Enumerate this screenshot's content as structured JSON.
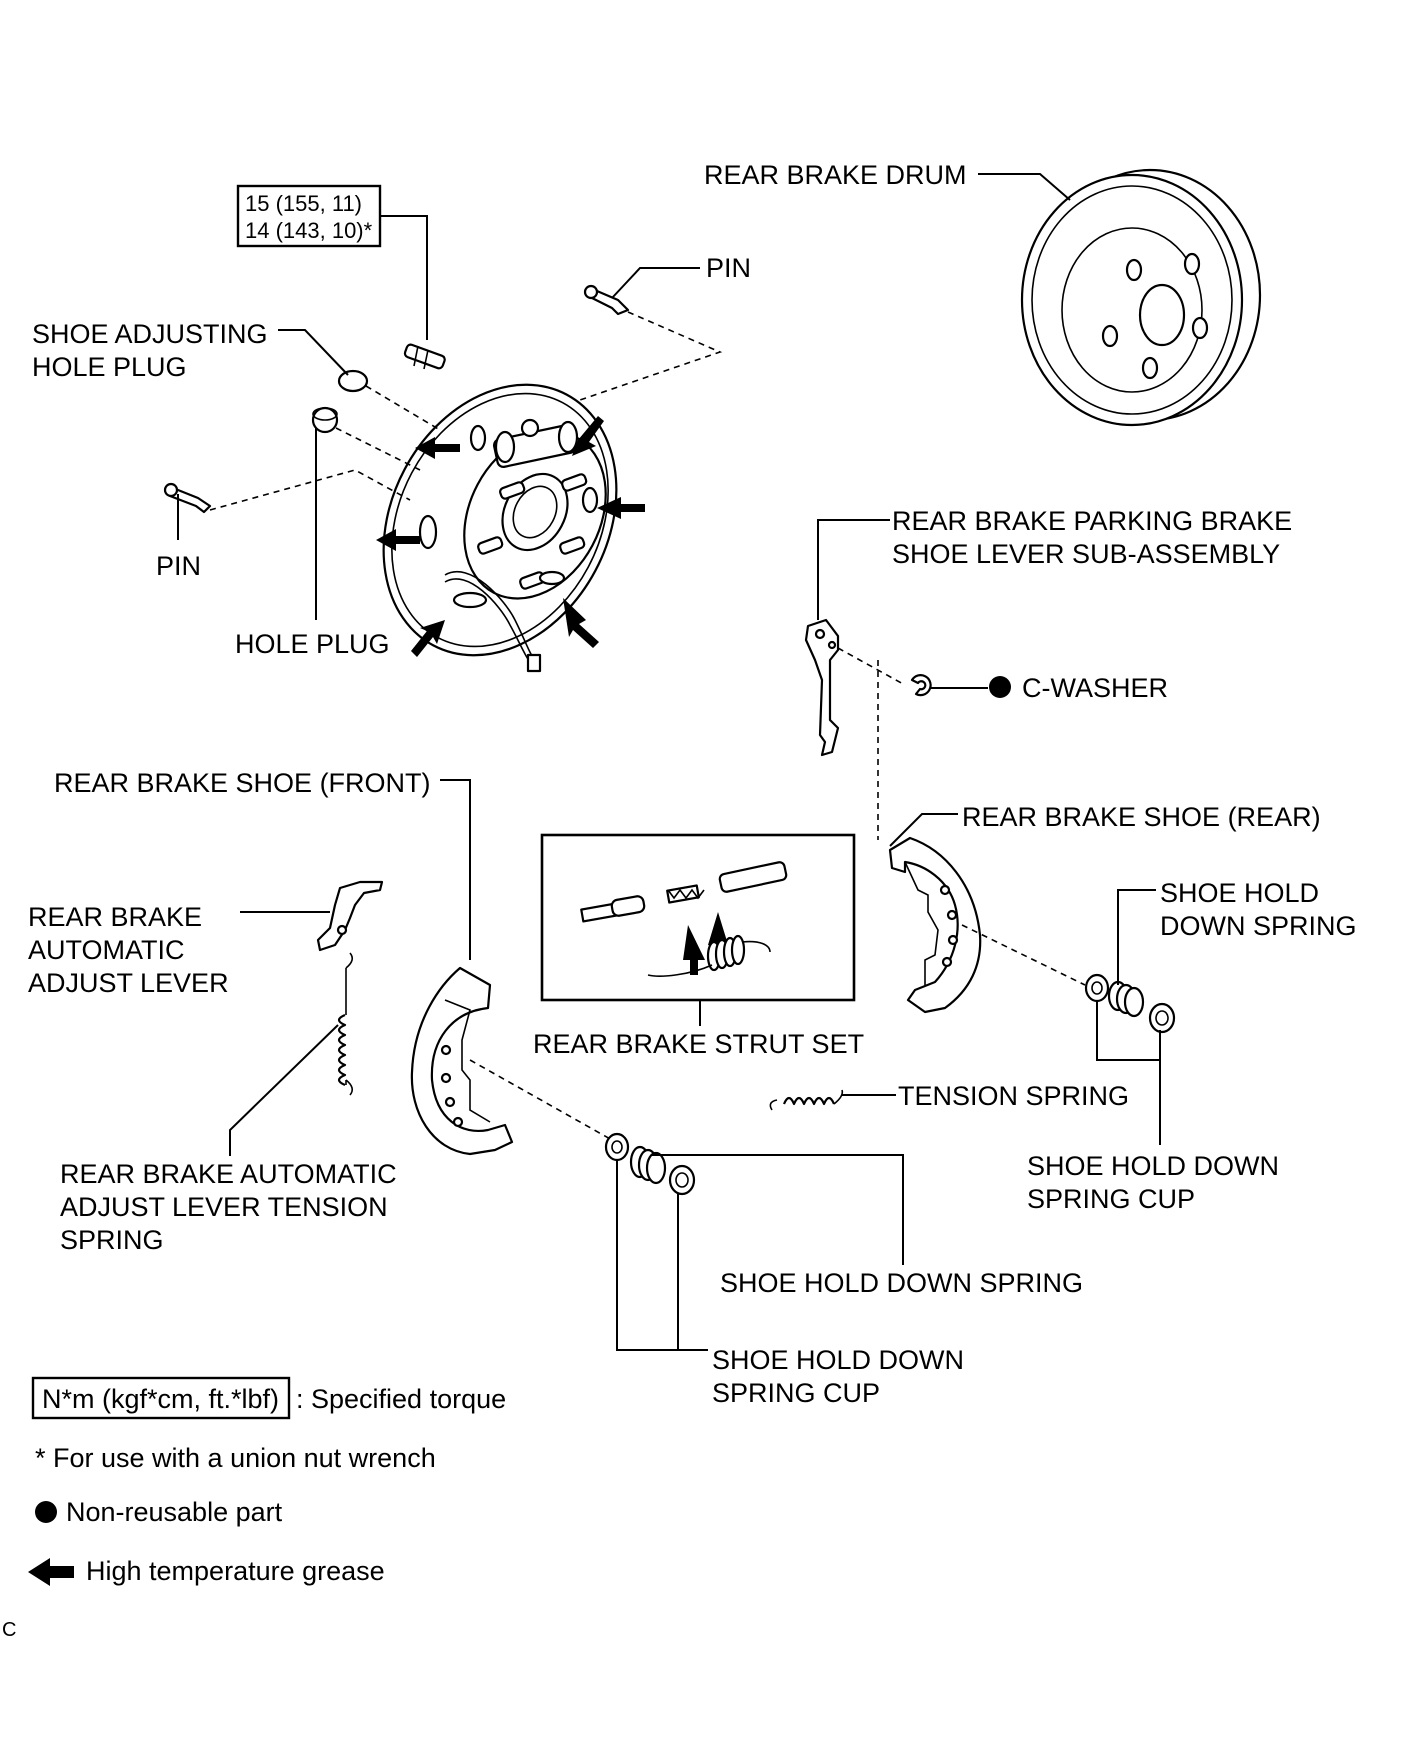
{
  "torque_box": {
    "line1": "15 (155, 11)",
    "line2": "14 (143, 10)*"
  },
  "labels": {
    "rear_brake_drum": "REAR BRAKE DRUM",
    "pin_top": "PIN",
    "shoe_adjusting_hole_plug_1": "SHOE ADJUSTING",
    "shoe_adjusting_hole_plug_2": "HOLE PLUG",
    "pin_left": "PIN",
    "hole_plug": "HOLE PLUG",
    "parking_lever_1": "REAR BRAKE PARKING BRAKE",
    "parking_lever_2": "SHOE LEVER SUB-ASSEMBLY",
    "c_washer": "C-WASHER",
    "shoe_front": "REAR BRAKE SHOE (FRONT)",
    "shoe_rear": "REAR BRAKE SHOE (REAR)",
    "adjust_lever_1": "REAR BRAKE",
    "adjust_lever_2": "AUTOMATIC",
    "adjust_lever_3": "ADJUST LEVER",
    "strut_set": "REAR BRAKE STRUT SET",
    "hold_down_spring_r1": "SHOE HOLD",
    "hold_down_spring_r2": "DOWN SPRING",
    "tension_spring": "TENSION SPRING",
    "cup_r1": "SHOE HOLD DOWN",
    "cup_r2": "SPRING CUP",
    "adj_tension_1": "REAR BRAKE AUTOMATIC",
    "adj_tension_2": "ADJUST LEVER TENSION",
    "adj_tension_3": "SPRING",
    "hold_down_spring_l": "SHOE HOLD DOWN SPRING",
    "cup_l1": "SHOE HOLD DOWN",
    "cup_l2": "SPRING CUP"
  },
  "legend": {
    "torque_units": "N*m (kgf*cm, ft.*lbf)",
    "torque_text": ": Specified torque",
    "union_nut_note": "* For use with a union nut wrench",
    "non_reusable": "Non-reusable part",
    "grease": "High temperature grease"
  },
  "corner_code": "C"
}
